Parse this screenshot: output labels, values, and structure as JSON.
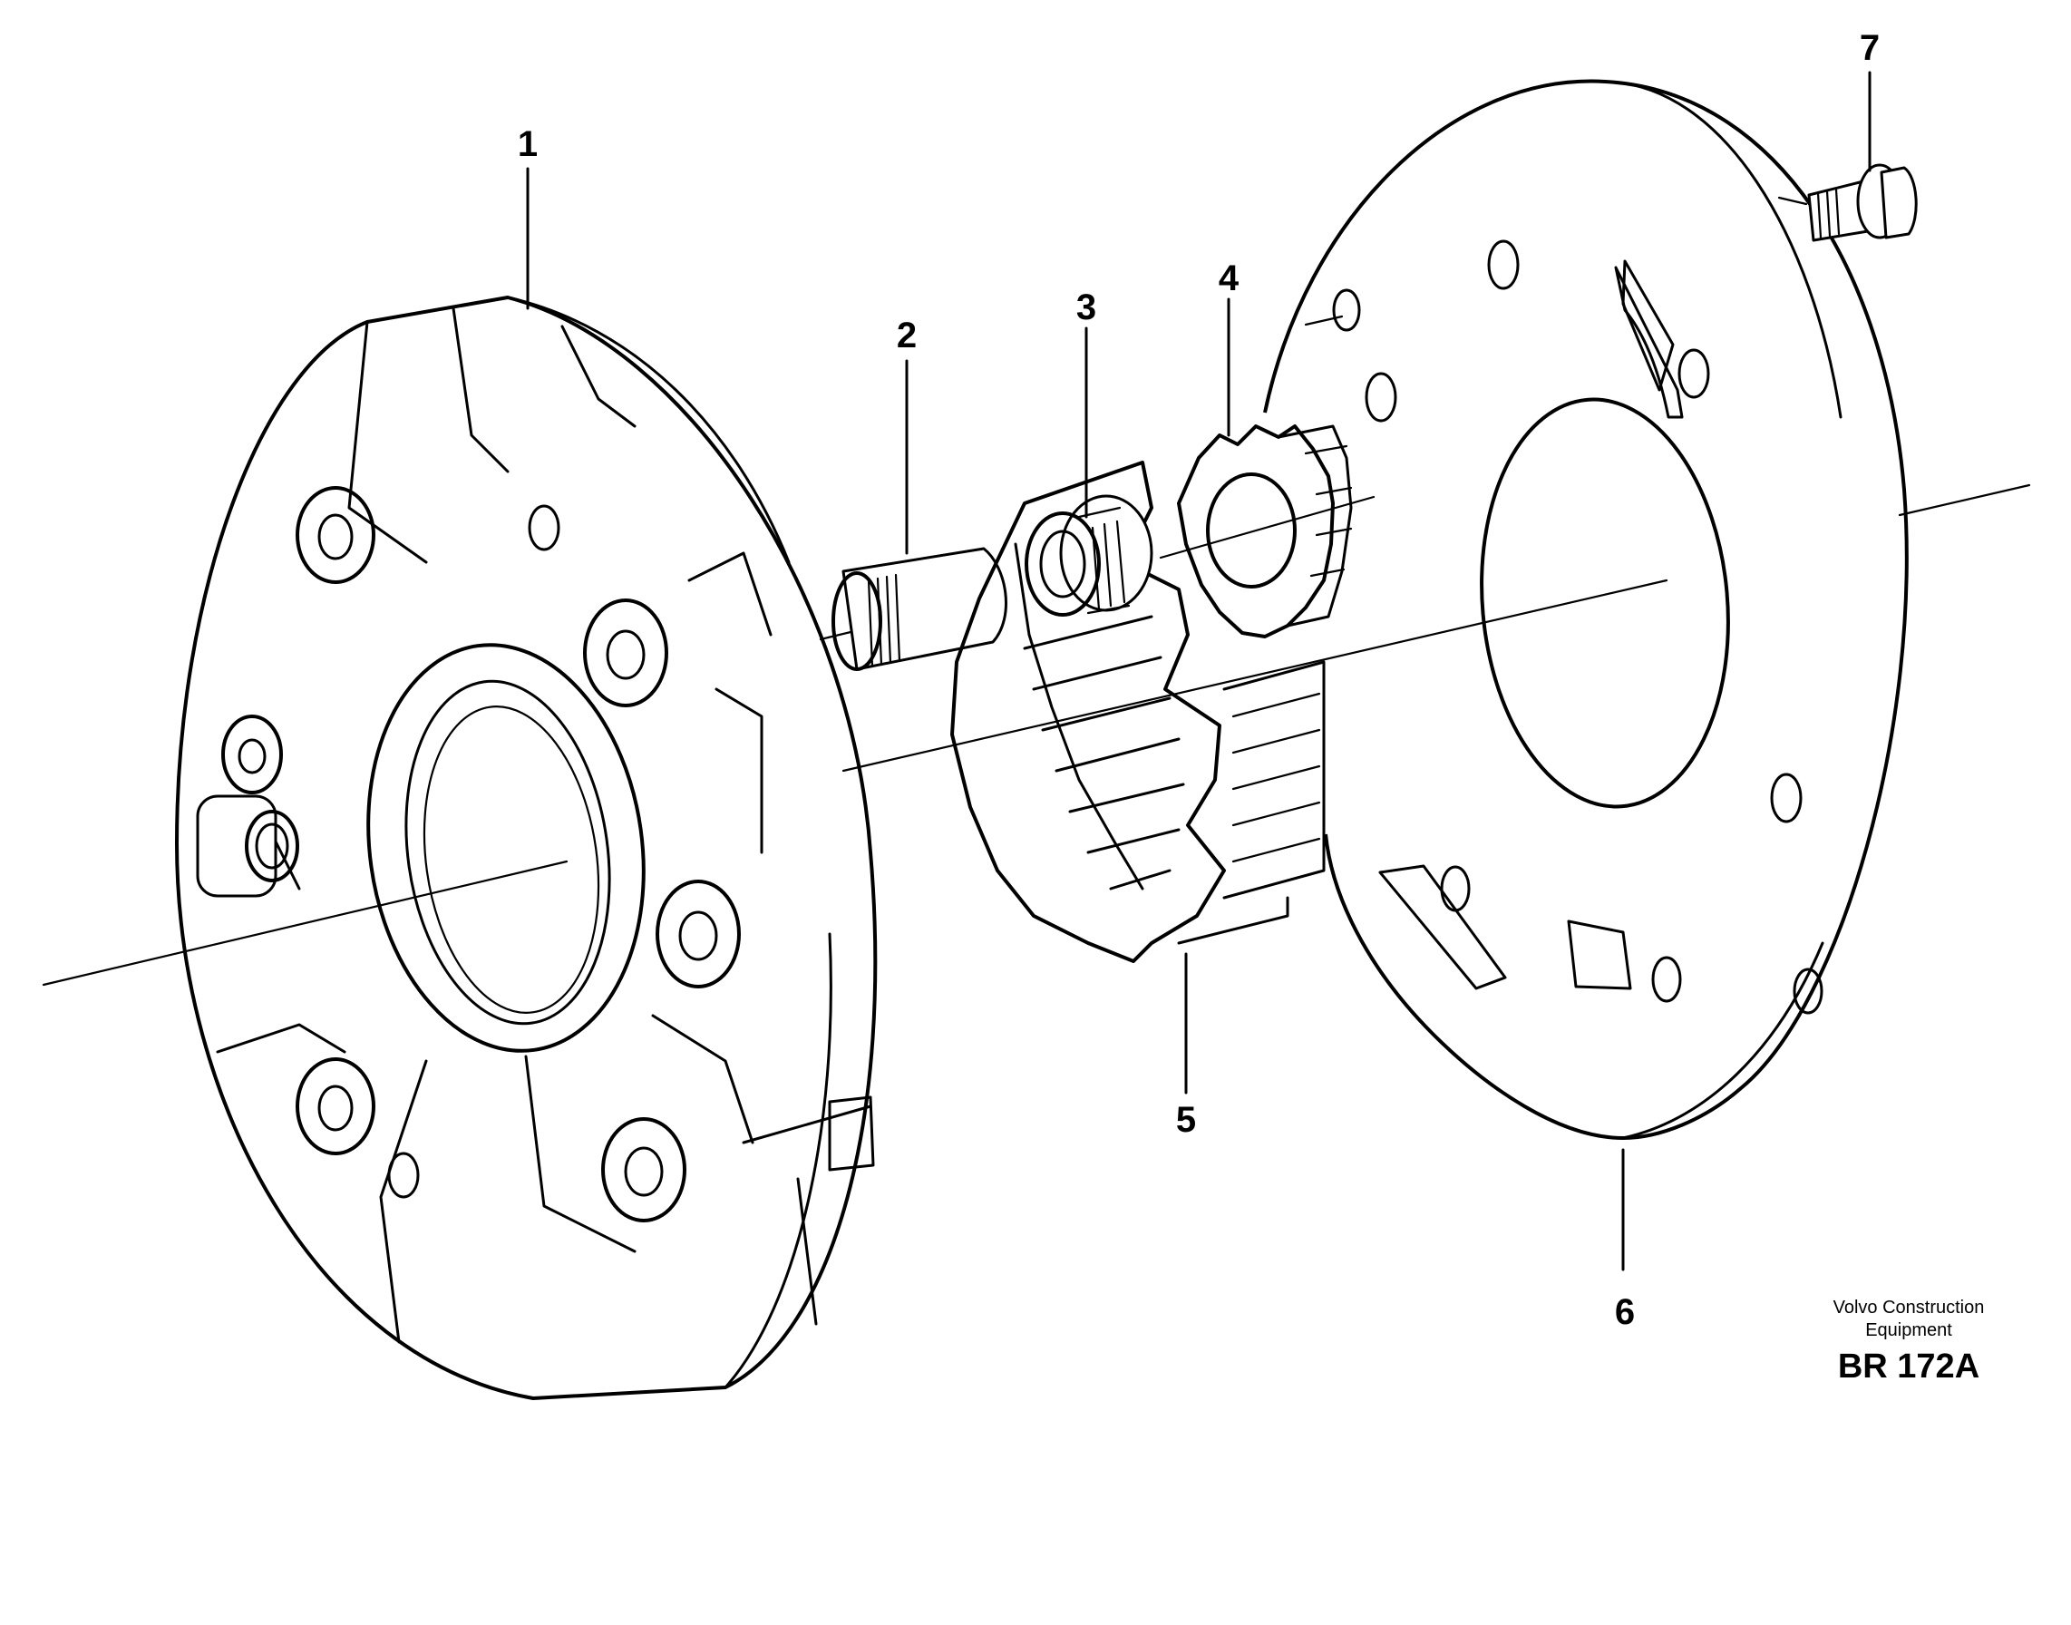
{
  "callouts": [
    "1",
    "2",
    "3",
    "4",
    "5",
    "6",
    "7"
  ],
  "brand": {
    "company_line1": "Volvo Construction",
    "company_line2": "Equipment",
    "drawing_code": "BR 172A"
  }
}
